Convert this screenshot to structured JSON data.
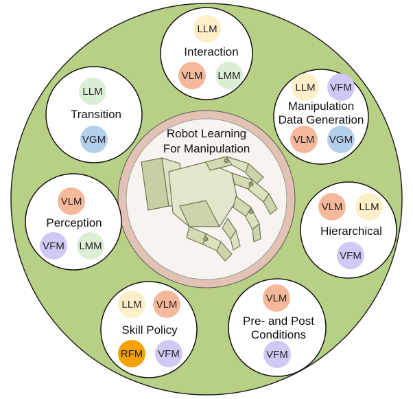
{
  "center": {
    "title_line1": "Robot Learning",
    "title_line2": "For Manipulation"
  },
  "colors": {
    "outer_ring": "#b8cf86",
    "center_ring": "#e2c2b4",
    "center_fill": "#f7f3ee",
    "LLM": "#fdf0c9",
    "VLM": "#f5b89a",
    "LMM": "#dcefd5",
    "VFM": "#cfc9f5",
    "VGM": "#b3cfec",
    "RFM": "#f5a100"
  },
  "modules": [
    {
      "name": "interaction",
      "label_lines": [
        "Interaction"
      ]
    },
    {
      "name": "manipulation-data-generation",
      "label_lines": [
        "Manipulation",
        "Data Generation"
      ]
    },
    {
      "name": "hierarchical",
      "label_lines": [
        "Hierarchical"
      ]
    },
    {
      "name": "pre-post-conditions",
      "label_lines": [
        "Pre- and Post",
        "Conditions"
      ]
    },
    {
      "name": "skill-policy",
      "label_lines": [
        "Skill Policy"
      ]
    },
    {
      "name": "perception",
      "label_lines": [
        "Perception"
      ]
    },
    {
      "name": "transition",
      "label_lines": [
        "Transition"
      ]
    }
  ],
  "badges": {
    "interaction": [
      "LLM",
      "VLM",
      "LMM"
    ],
    "manipulation-data-generation": [
      "LLM",
      "VFM",
      "VLM",
      "VGM"
    ],
    "hierarchical": [
      "VLM",
      "LLM",
      "VFM"
    ],
    "pre-post-conditions": [
      "VLM",
      "VFM"
    ],
    "skill-policy": [
      "LLM",
      "VLM",
      "RFM",
      "VFM"
    ],
    "perception": [
      "VLM",
      "VFM",
      "LMM"
    ],
    "transition": [
      "LLM",
      "VGM"
    ]
  }
}
